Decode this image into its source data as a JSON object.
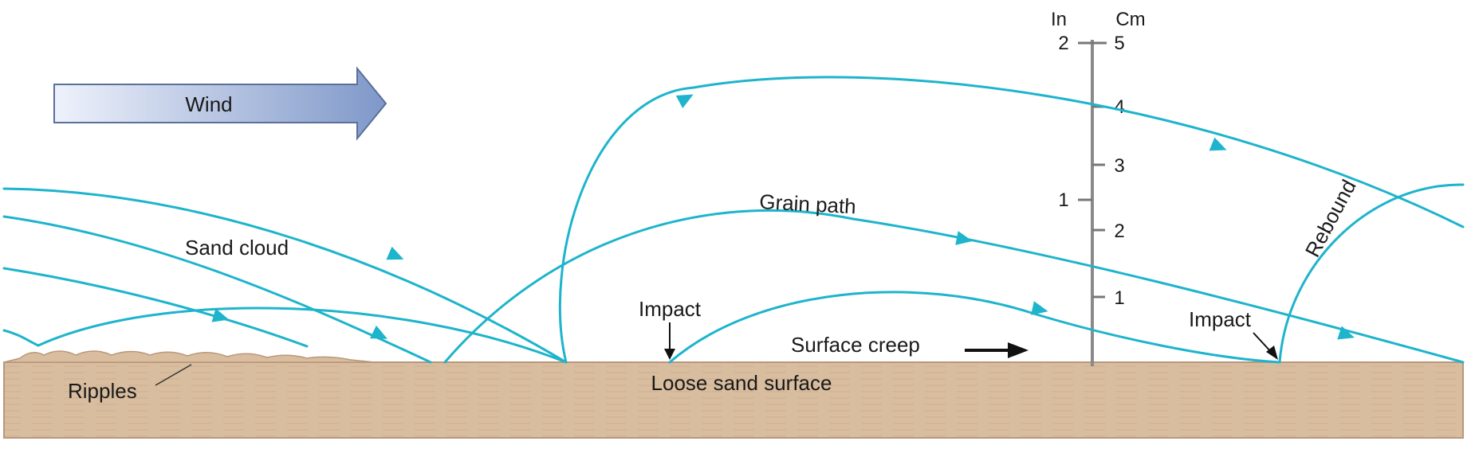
{
  "labels": {
    "wind": "Wind",
    "sand_cloud": "Sand cloud",
    "grain_path": "Grain path",
    "impact_1": "Impact",
    "impact_2": "Impact",
    "surface_creep": "Surface creep",
    "loose_sand_surface": "Loose sand surface",
    "ripples": "Ripples",
    "rebound": "Rebound"
  },
  "scale": {
    "in_header": "In",
    "cm_header": "Cm",
    "in_ticks": [
      "1",
      "2"
    ],
    "cm_ticks": [
      "1",
      "2",
      "3",
      "4",
      "5"
    ]
  },
  "colors": {
    "grain_path": "#1eb4cc",
    "sand": "#d9bd9f",
    "sand_edge": "#b9977a",
    "wind_arrow_light": "#eef2fb",
    "wind_arrow_dark": "#7f98c9",
    "scale_bar": "#8a8a8a",
    "text": "#1a1a1a"
  }
}
